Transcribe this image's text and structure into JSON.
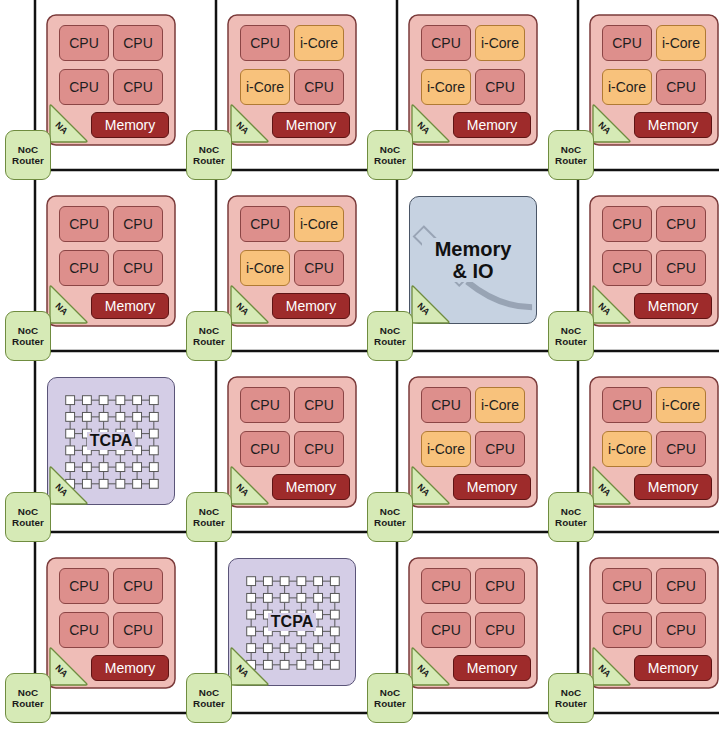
{
  "diagram": {
    "nodes": [
      {
        "text": [
          "CPU"
        ]
      },
      {
        "text": [
          "CPU"
        ]
      },
      {
        "text": [
          "CPU"
        ]
      },
      {
        "text": [
          "CPU"
        ]
      },
      {
        "text": [
          "Memory"
        ]
      },
      {
        "text": [
          "NA"
        ]
      },
      {
        "text": [
          "NoC Router"
        ]
      },
      {
        "text": [
          "CPU"
        ]
      },
      {
        "text": [
          "i-Core"
        ]
      },
      {
        "text": [
          "i-Core"
        ]
      },
      {
        "text": [
          "CPU"
        ]
      },
      {
        "text": [
          "Memory"
        ]
      },
      {
        "text": [
          "NA"
        ]
      },
      {
        "text": [
          "NoC Router"
        ]
      },
      {
        "text": [
          "CPU"
        ]
      },
      {
        "text": [
          "i-Core"
        ]
      },
      {
        "text": [
          "i-Core"
        ]
      },
      {
        "text": [
          "CPU"
        ]
      },
      {
        "text": [
          "Memory"
        ]
      },
      {
        "text": [
          "NA"
        ]
      },
      {
        "text": [
          "NoC Router"
        ]
      },
      {
        "text": [
          "CPU"
        ]
      },
      {
        "text": [
          "i-Core"
        ]
      },
      {
        "text": [
          "i-Core"
        ]
      },
      {
        "text": [
          "CPU"
        ]
      },
      {
        "text": [
          "Memory"
        ]
      },
      {
        "text": [
          "NA"
        ]
      },
      {
        "text": [
          "NoC Router"
        ]
      },
      {
        "text": [
          "CPU"
        ]
      },
      {
        "text": [
          "CPU"
        ]
      },
      {
        "text": [
          "CPU"
        ]
      },
      {
        "text": [
          "CPU"
        ]
      },
      {
        "text": [
          "Memory"
        ]
      },
      {
        "text": [
          "NA"
        ]
      },
      {
        "text": [
          "NoC Router"
        ]
      },
      {
        "text": [
          "CPU"
        ]
      },
      {
        "text": [
          "i-Core"
        ]
      },
      {
        "text": [
          "i-Core"
        ]
      },
      {
        "text": [
          "CPU"
        ]
      },
      {
        "text": [
          "Memory"
        ]
      },
      {
        "text": [
          "NA"
        ]
      },
      {
        "text": [
          "NoC Router"
        ]
      },
      {
        "text": [
          "Memory & IO"
        ]
      },
      {
        "text": [
          "NA"
        ]
      },
      {
        "text": [
          "NoC Router"
        ]
      },
      {
        "text": [
          "CPU"
        ]
      },
      {
        "text": [
          "CPU"
        ]
      },
      {
        "text": [
          "CPU"
        ]
      },
      {
        "text": [
          "CPU"
        ]
      },
      {
        "text": [
          "Memory"
        ]
      },
      {
        "text": [
          "NA"
        ]
      },
      {
        "text": [
          "NoC Router"
        ]
      },
      {
        "text": [
          "TCPA"
        ]
      },
      {
        "text": [
          "NA"
        ]
      },
      {
        "text": [
          "NoC Router"
        ]
      },
      {
        "text": [
          "CPU"
        ]
      },
      {
        "text": [
          "CPU"
        ]
      },
      {
        "text": [
          "CPU"
        ]
      },
      {
        "text": [
          "CPU"
        ]
      },
      {
        "text": [
          "Memory"
        ]
      },
      {
        "text": [
          "NA"
        ]
      },
      {
        "text": [
          "NoC Router"
        ]
      },
      {
        "text": [
          "CPU"
        ]
      },
      {
        "text": [
          "i-Core"
        ]
      },
      {
        "text": [
          "i-Core"
        ]
      },
      {
        "text": [
          "CPU"
        ]
      },
      {
        "text": [
          "Memory"
        ]
      },
      {
        "text": [
          "NA"
        ]
      },
      {
        "text": [
          "NoC Router"
        ]
      },
      {
        "text": [
          "CPU"
        ]
      },
      {
        "text": [
          "i-Core"
        ]
      },
      {
        "text": [
          "i-Core"
        ]
      },
      {
        "text": [
          "CPU"
        ]
      },
      {
        "text": [
          "Memory"
        ]
      },
      {
        "text": [
          "NA"
        ]
      },
      {
        "text": [
          "NoC Router"
        ]
      },
      {
        "text": [
          "CPU"
        ]
      },
      {
        "text": [
          "CPU"
        ]
      },
      {
        "text": [
          "CPU"
        ]
      },
      {
        "text": [
          "CPU"
        ]
      },
      {
        "text": [
          "Memory"
        ]
      },
      {
        "text": [
          "NA"
        ]
      },
      {
        "text": [
          "NoC Router"
        ]
      },
      {
        "text": [
          "TCPA"
        ]
      },
      {
        "text": [
          "NA"
        ]
      },
      {
        "text": [
          "NoC Router"
        ]
      },
      {
        "text": [
          "CPU"
        ]
      },
      {
        "text": [
          "CPU"
        ]
      },
      {
        "text": [
          "CPU"
        ]
      },
      {
        "text": [
          "CPU"
        ]
      },
      {
        "text": [
          "Memory"
        ]
      },
      {
        "text": [
          "NA"
        ]
      },
      {
        "text": [
          "NoC Router"
        ]
      },
      {
        "text": [
          "CPU"
        ]
      },
      {
        "text": [
          "CPU"
        ]
      },
      {
        "text": [
          "CPU"
        ]
      },
      {
        "text": [
          "CPU"
        ]
      },
      {
        "text": [
          "Memory"
        ]
      },
      {
        "text": [
          "NA"
        ]
      },
      {
        "text": [
          "NoC Router"
        ]
      }
    ],
    "edges": [
      {
        "from": 6,
        "to": 13,
        "arrow": "none"
      },
      {
        "from": 13,
        "to": 20,
        "arrow": "none"
      },
      {
        "from": 20,
        "to": 27,
        "arrow": "none"
      },
      {
        "from": 34,
        "to": 41,
        "arrow": "none"
      },
      {
        "from": 41,
        "to": 44,
        "arrow": "none"
      },
      {
        "from": 44,
        "to": 51,
        "arrow": "none"
      },
      {
        "from": 54,
        "to": 61,
        "arrow": "none"
      },
      {
        "from": 61,
        "to": 68,
        "arrow": "none"
      },
      {
        "from": 68,
        "to": 75,
        "arrow": "none"
      },
      {
        "from": 82,
        "to": 85,
        "arrow": "none"
      },
      {
        "from": 85,
        "to": 92,
        "arrow": "none"
      },
      {
        "from": 92,
        "to": 99,
        "arrow": "none"
      },
      {
        "from": 6,
        "to": 34,
        "arrow": "none"
      },
      {
        "from": 13,
        "to": 41,
        "arrow": "none"
      },
      {
        "from": 20,
        "to": 44,
        "arrow": "none"
      },
      {
        "from": 27,
        "to": 51,
        "arrow": "none"
      },
      {
        "from": 34,
        "to": 54,
        "arrow": "none"
      },
      {
        "from": 41,
        "to": 61,
        "arrow": "none"
      },
      {
        "from": 44,
        "to": 68,
        "arrow": "none"
      },
      {
        "from": 51,
        "to": 75,
        "arrow": "none"
      },
      {
        "from": 54,
        "to": 82,
        "arrow": "none"
      },
      {
        "from": 61,
        "to": 85,
        "arrow": "none"
      },
      {
        "from": 68,
        "to": 92,
        "arrow": "none"
      },
      {
        "from": 75,
        "to": 99,
        "arrow": "none"
      }
    ]
  }
}
